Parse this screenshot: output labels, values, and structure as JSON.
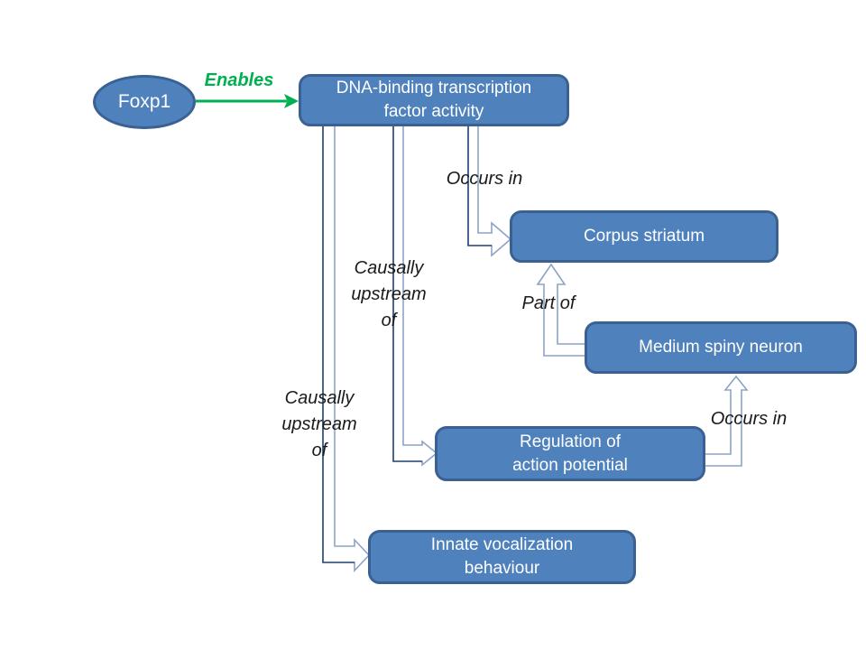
{
  "nodes": {
    "foxp1": {
      "label": "Foxp1"
    },
    "dna": {
      "lines": [
        "DNA-binding transcription",
        "factor activity"
      ]
    },
    "corpus": {
      "label": "Corpus striatum"
    },
    "msn": {
      "label": "Medium spiny neuron"
    },
    "reg": {
      "lines": [
        "Regulation of",
        "action potential"
      ]
    },
    "innate": {
      "lines": [
        "Innate vocalization",
        "behaviour"
      ]
    }
  },
  "edge_labels": {
    "enables": "Enables",
    "occurs_in_corpus": "Occurs in",
    "causally_upstream_mid": [
      "Causally",
      "upstream",
      "of"
    ],
    "causally_upstream_left": [
      "Causally",
      "upstream",
      "of"
    ],
    "part_of": "Part of",
    "occurs_in_msn": "Occurs in"
  },
  "edges": [
    {
      "from": "Foxp1",
      "to": "DNA-binding transcription factor activity",
      "label": "Enables"
    },
    {
      "from": "DNA-binding transcription factor activity",
      "to": "Corpus striatum",
      "label": "Occurs in"
    },
    {
      "from": "DNA-binding transcription factor activity",
      "to": "Regulation of action potential",
      "label": "Causally upstream of"
    },
    {
      "from": "DNA-binding transcription factor activity",
      "to": "Innate vocalization behaviour",
      "label": "Causally upstream of"
    },
    {
      "from": "Medium spiny neuron",
      "to": "Corpus striatum",
      "label": "Part of"
    },
    {
      "from": "Regulation of action potential",
      "to": "Medium spiny neuron",
      "label": "Occurs in"
    }
  ],
  "colors": {
    "node_fill": "#4F81BD",
    "node_border": "#3A6191",
    "node_text": "#FFFFFF",
    "arrow_outline_light": "#8CA3C6",
    "arrow_outline_dark": "#2E4D7B",
    "enables_arrow": "#00B050",
    "edge_label_text": "#1A1A1A",
    "background": "#FFFFFF"
  }
}
